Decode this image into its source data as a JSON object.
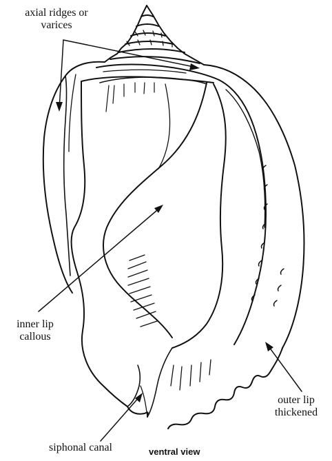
{
  "labels": {
    "axial_ridges": {
      "line1": "axial ridges or",
      "line2": "varices"
    },
    "inner_lip": {
      "line1": "inner lip",
      "line2": "callous"
    },
    "outer_lip": {
      "line1": "outer lip",
      "line2": "thickened"
    },
    "siphonal_canal": {
      "line1": "siphonal canal"
    }
  },
  "caption": "ventral view",
  "colors": {
    "ink": "#111111",
    "background": "#ffffff"
  }
}
